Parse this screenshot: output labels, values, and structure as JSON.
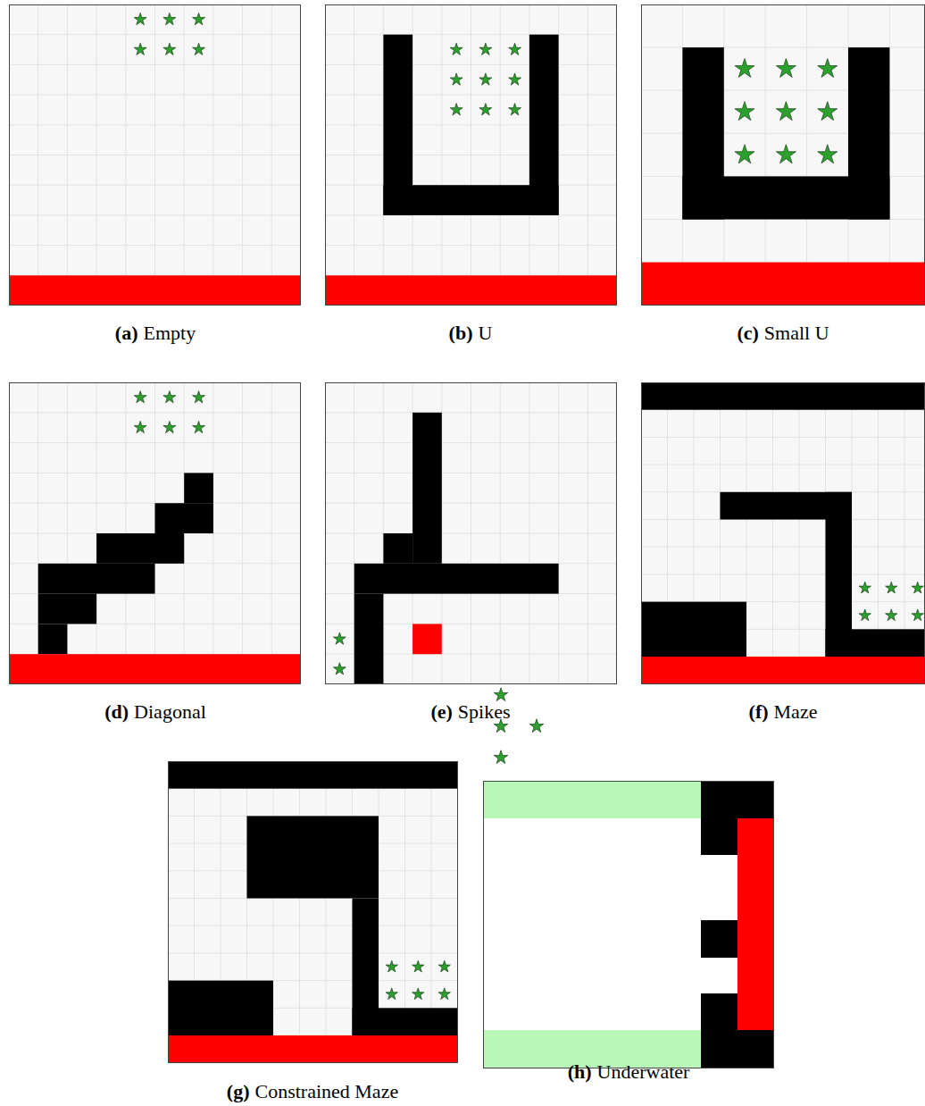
{
  "diagram": {
    "labels": [
      "(a)",
      "Empty",
      "(b)",
      "U",
      "(c)",
      "Small U",
      "(d)",
      "Diagonal",
      "(e)",
      "Spikes",
      "(f)",
      "Maze",
      "(g)",
      "Constrained Maze",
      "(h)",
      "Underwater"
    ]
  }
}
